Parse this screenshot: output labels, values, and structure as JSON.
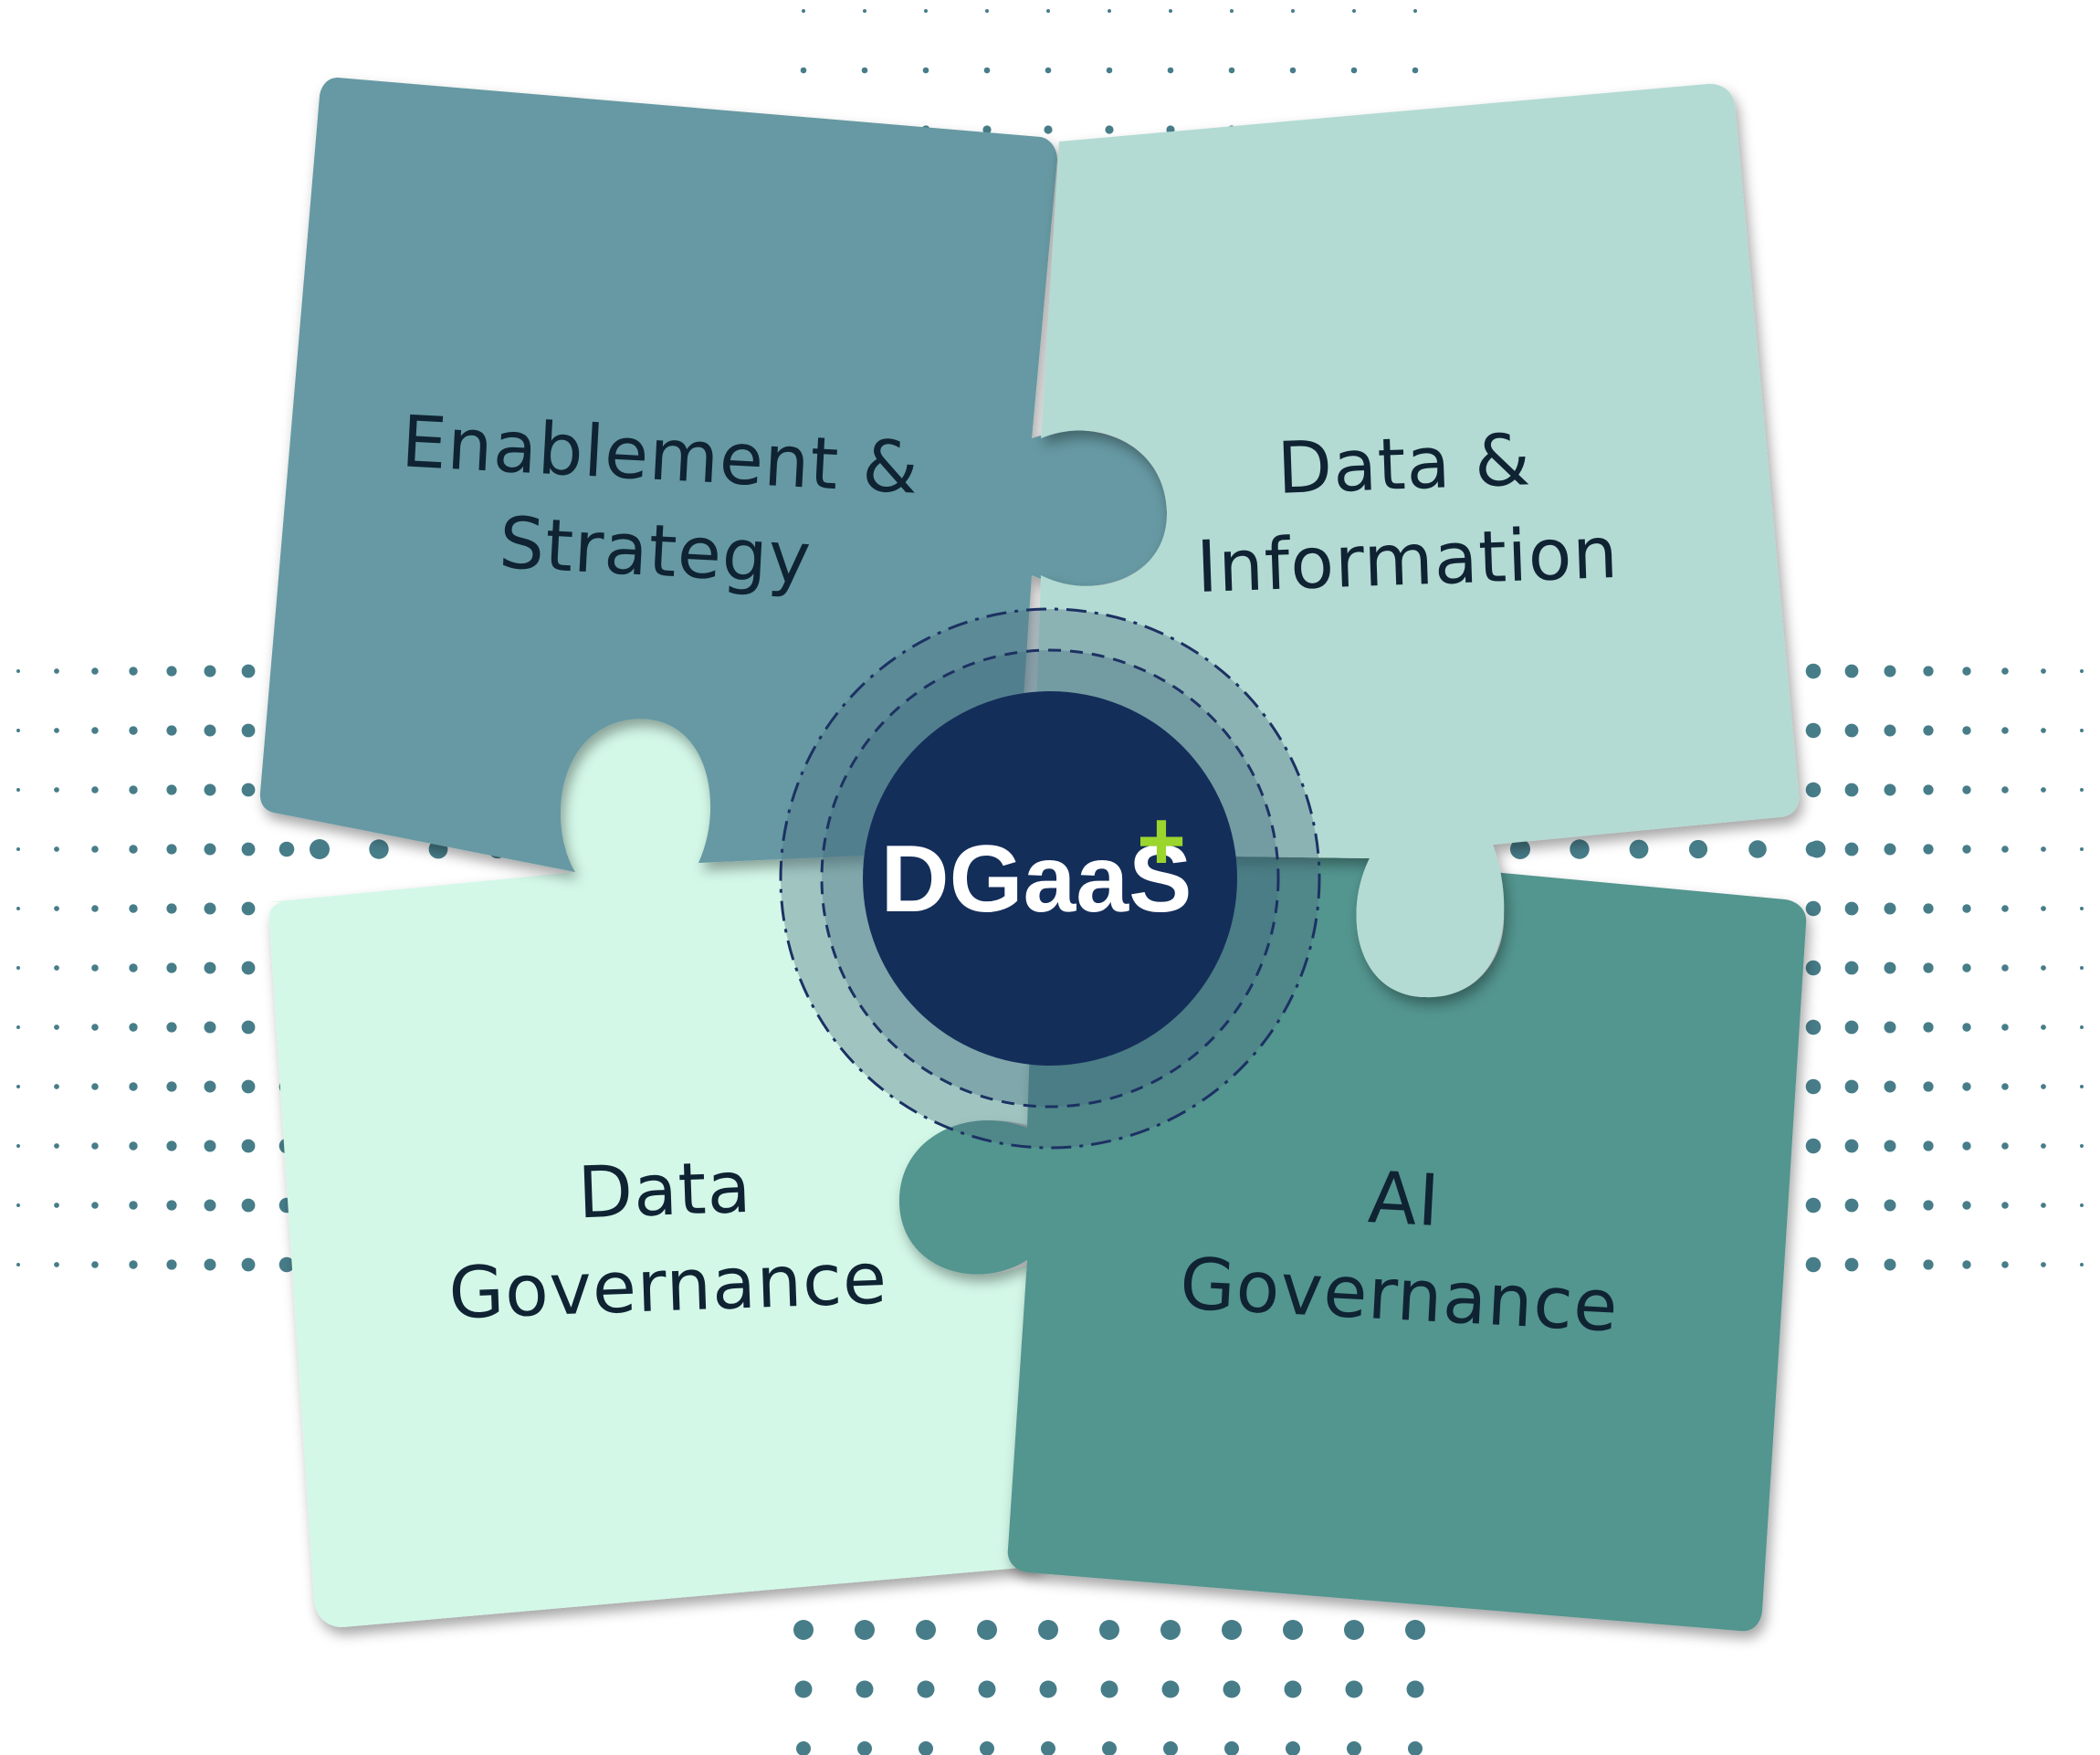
{
  "diagram": {
    "center": {
      "brand": "DGaaS",
      "superscript": "+"
    },
    "pieces": [
      {
        "line1": "Enablement &",
        "line2": "Strategy"
      },
      {
        "line1": "Data &",
        "line2": "Information"
      },
      {
        "line1": "Data",
        "line2": "Governance"
      },
      {
        "line1": "AI",
        "line2": "Governance"
      }
    ]
  },
  "colors": {
    "piece_top_left": "#6699a3",
    "piece_top_right": "#b3dbd3",
    "piece_bottom_left": "#d3f8e8",
    "piece_bottom_right": "#53958f",
    "center_circle": "#142e5a",
    "ring": "#4d7282",
    "plus_accent": "#9bd62d",
    "dots": "#477d89",
    "label_text": "#0f2333"
  }
}
